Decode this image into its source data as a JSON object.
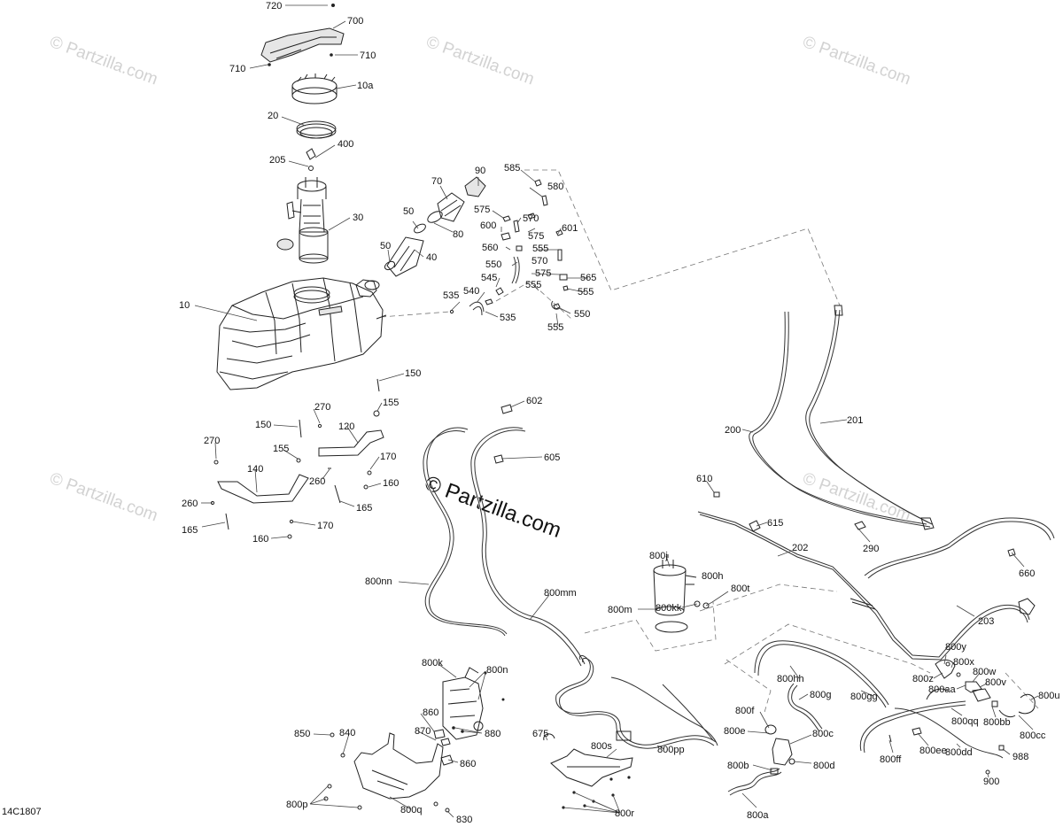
{
  "diagram_code": "14C1807",
  "watermark": {
    "text": "© Partzilla.com",
    "center_text": "© Partzilla.com"
  },
  "callouts": [
    {
      "id": "720",
      "text": "720"
    },
    {
      "id": "700",
      "text": "700"
    },
    {
      "id": "710a",
      "text": "710"
    },
    {
      "id": "710b",
      "text": "710"
    },
    {
      "id": "10a",
      "text": "10a"
    },
    {
      "id": "20",
      "text": "20"
    },
    {
      "id": "400",
      "text": "400"
    },
    {
      "id": "205",
      "text": "205"
    },
    {
      "id": "30",
      "text": "30"
    },
    {
      "id": "10",
      "text": "10"
    },
    {
      "id": "90",
      "text": "90"
    },
    {
      "id": "70",
      "text": "70"
    },
    {
      "id": "50a",
      "text": "50"
    },
    {
      "id": "80",
      "text": "80"
    },
    {
      "id": "50b",
      "text": "50"
    },
    {
      "id": "40",
      "text": "40"
    },
    {
      "id": "585",
      "text": "585"
    },
    {
      "id": "580",
      "text": "580"
    },
    {
      "id": "575a",
      "text": "575"
    },
    {
      "id": "570a",
      "text": "570"
    },
    {
      "id": "600",
      "text": "600"
    },
    {
      "id": "575b",
      "text": "575"
    },
    {
      "id": "601",
      "text": "601"
    },
    {
      "id": "560",
      "text": "560"
    },
    {
      "id": "555a",
      "text": "555"
    },
    {
      "id": "570b",
      "text": "570"
    },
    {
      "id": "550a",
      "text": "550"
    },
    {
      "id": "575c",
      "text": "575"
    },
    {
      "id": "545",
      "text": "545"
    },
    {
      "id": "555b",
      "text": "555"
    },
    {
      "id": "565",
      "text": "565"
    },
    {
      "id": "555c",
      "text": "555"
    },
    {
      "id": "535a",
      "text": "535"
    },
    {
      "id": "540",
      "text": "540"
    },
    {
      "id": "535b",
      "text": "535"
    },
    {
      "id": "550b",
      "text": "550"
    },
    {
      "id": "555d",
      "text": "555"
    },
    {
      "id": "150a",
      "text": "150"
    },
    {
      "id": "155a",
      "text": "155"
    },
    {
      "id": "270a",
      "text": "270"
    },
    {
      "id": "150b",
      "text": "150"
    },
    {
      "id": "120",
      "text": "120"
    },
    {
      "id": "270b",
      "text": "270"
    },
    {
      "id": "155b",
      "text": "155"
    },
    {
      "id": "170a",
      "text": "170"
    },
    {
      "id": "140",
      "text": "140"
    },
    {
      "id": "260a",
      "text": "260"
    },
    {
      "id": "160a",
      "text": "160"
    },
    {
      "id": "260b",
      "text": "260"
    },
    {
      "id": "165a",
      "text": "165"
    },
    {
      "id": "165b",
      "text": "165"
    },
    {
      "id": "170b",
      "text": "170"
    },
    {
      "id": "160b",
      "text": "160"
    },
    {
      "id": "602",
      "text": "602"
    },
    {
      "id": "605",
      "text": "605"
    },
    {
      "id": "200",
      "text": "200"
    },
    {
      "id": "201",
      "text": "201"
    },
    {
      "id": "610",
      "text": "610"
    },
    {
      "id": "615",
      "text": "615"
    },
    {
      "id": "290",
      "text": "290"
    },
    {
      "id": "202",
      "text": "202"
    },
    {
      "id": "660",
      "text": "660"
    },
    {
      "id": "203",
      "text": "203"
    },
    {
      "id": "800nn",
      "text": "800nn"
    },
    {
      "id": "800j",
      "text": "800j"
    },
    {
      "id": "800h",
      "text": "800h"
    },
    {
      "id": "800t",
      "text": "800t"
    },
    {
      "id": "800mm",
      "text": "800mm"
    },
    {
      "id": "800m",
      "text": "800m"
    },
    {
      "id": "800kk",
      "text": "800kk"
    },
    {
      "id": "800hh",
      "text": "800hh"
    },
    {
      "id": "800g",
      "text": "800g"
    },
    {
      "id": "800gg",
      "text": "800gg"
    },
    {
      "id": "800y",
      "text": "800y"
    },
    {
      "id": "800x",
      "text": "800x"
    },
    {
      "id": "800z",
      "text": "800z"
    },
    {
      "id": "800w",
      "text": "800w"
    },
    {
      "id": "800aa",
      "text": "800aa"
    },
    {
      "id": "800v",
      "text": "800v"
    },
    {
      "id": "800u",
      "text": "800u"
    },
    {
      "id": "800qq",
      "text": "800qq"
    },
    {
      "id": "800bb",
      "text": "800bb"
    },
    {
      "id": "800cc",
      "text": "800cc"
    },
    {
      "id": "800f",
      "text": "800f"
    },
    {
      "id": "800e",
      "text": "800e"
    },
    {
      "id": "800c",
      "text": "800c"
    },
    {
      "id": "800ff",
      "text": "800ff"
    },
    {
      "id": "800ee",
      "text": "800ee"
    },
    {
      "id": "800dd",
      "text": "800dd"
    },
    {
      "id": "988",
      "text": "988"
    },
    {
      "id": "800b",
      "text": "800b"
    },
    {
      "id": "800d",
      "text": "800d"
    },
    {
      "id": "900",
      "text": "900"
    },
    {
      "id": "800a",
      "text": "800a"
    },
    {
      "id": "800k",
      "text": "800k"
    },
    {
      "id": "800n",
      "text": "800n"
    },
    {
      "id": "860a",
      "text": "860"
    },
    {
      "id": "870",
      "text": "870"
    },
    {
      "id": "880",
      "text": "880"
    },
    {
      "id": "850",
      "text": "850"
    },
    {
      "id": "840",
      "text": "840"
    },
    {
      "id": "860b",
      "text": "860"
    },
    {
      "id": "675",
      "text": "675"
    },
    {
      "id": "800s",
      "text": "800s"
    },
    {
      "id": "800pp",
      "text": "800pp"
    },
    {
      "id": "800p",
      "text": "800p"
    },
    {
      "id": "800q",
      "text": "800q"
    },
    {
      "id": "830",
      "text": "830"
    },
    {
      "id": "800r",
      "text": "800r"
    }
  ]
}
